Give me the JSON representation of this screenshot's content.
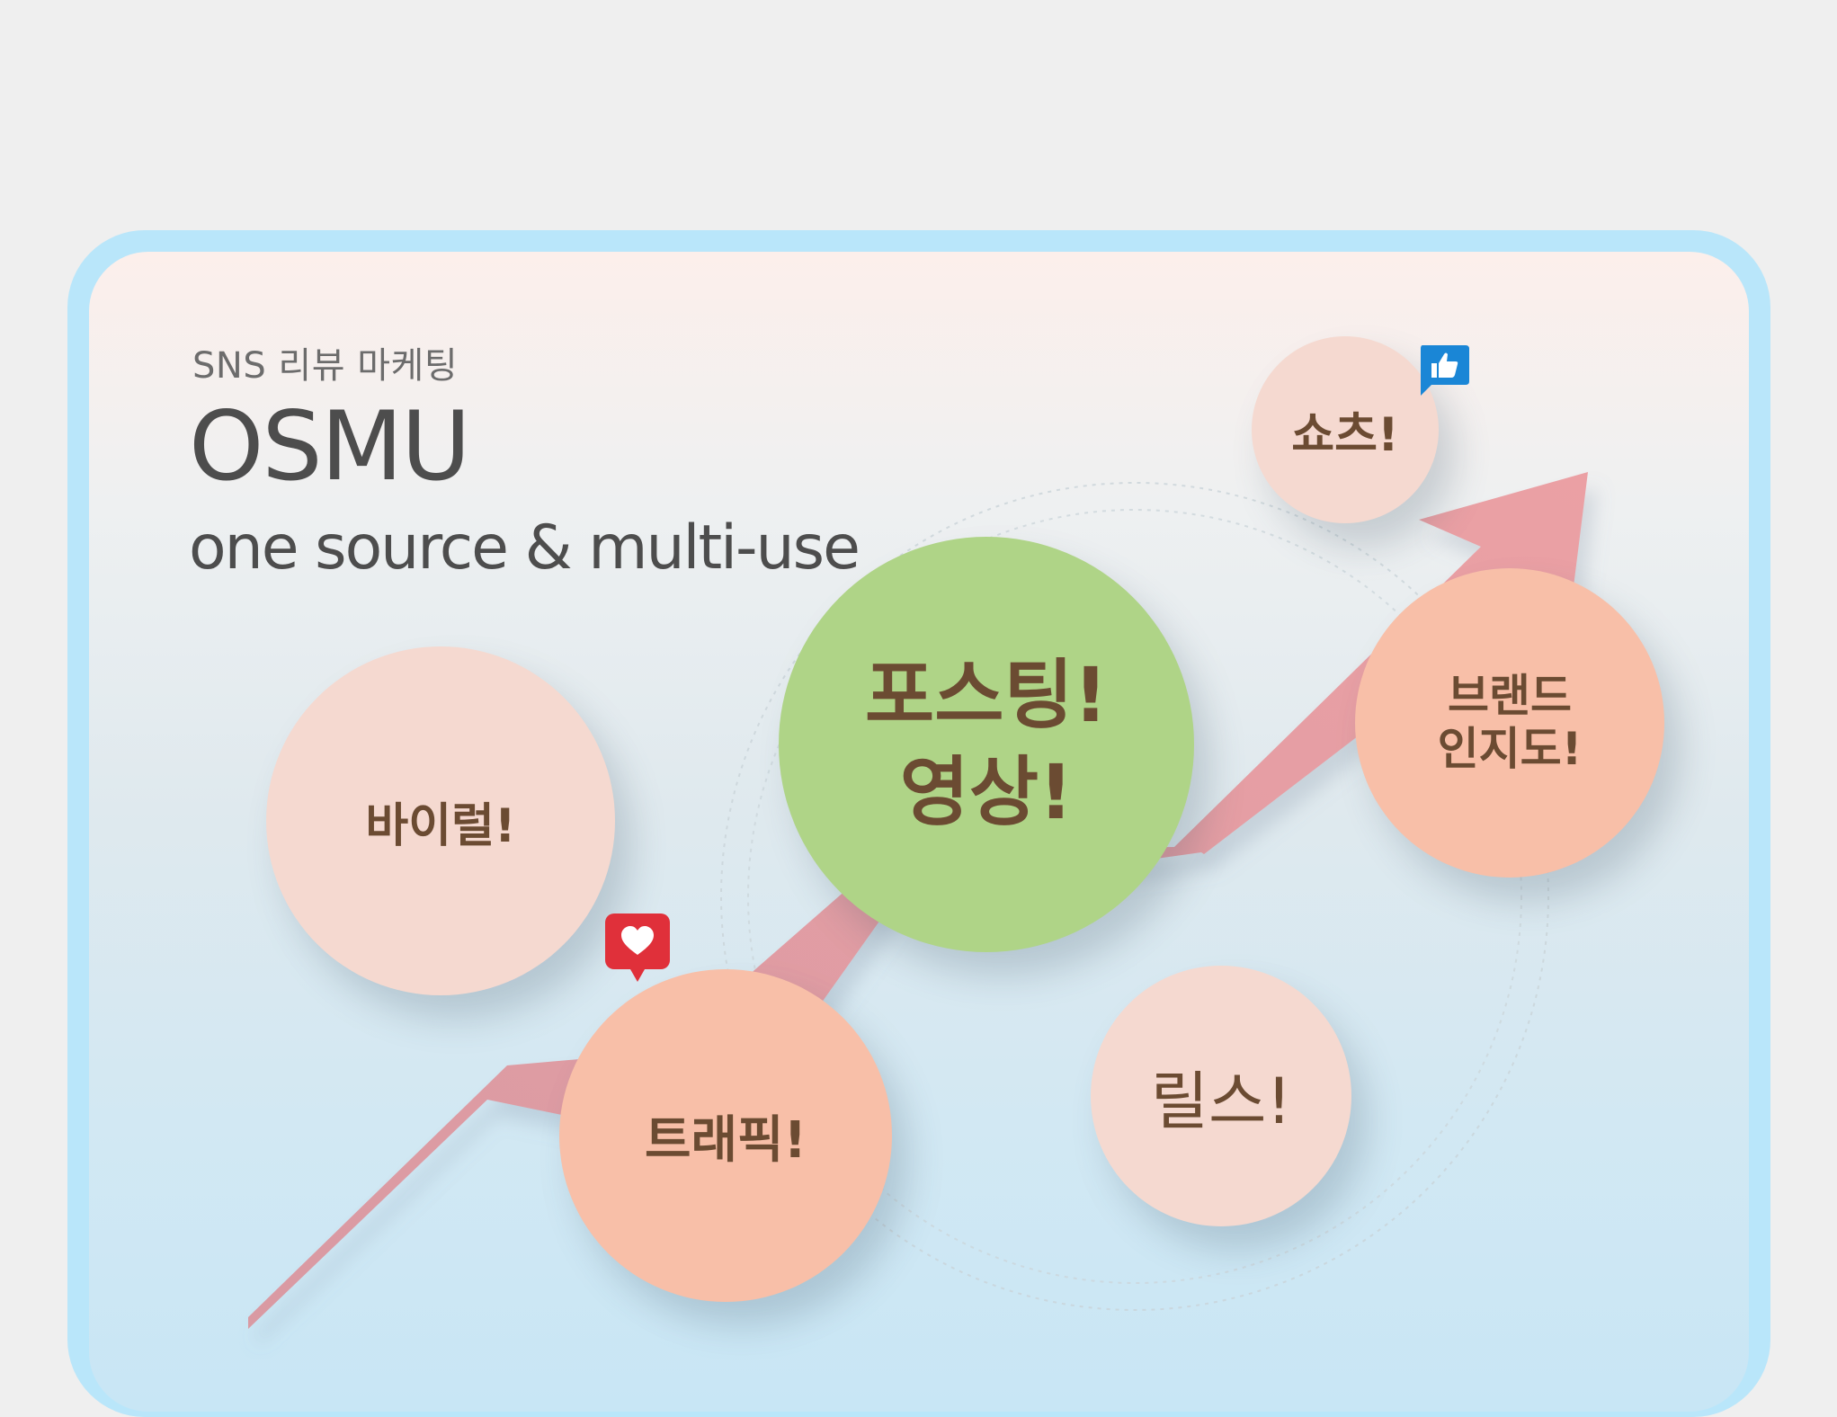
{
  "header": {
    "subtitle": "SNS 리뷰 마케팅",
    "title": "OSMU",
    "tagline": "one source & multi-use"
  },
  "bubbles": {
    "shorts": "쇼츠!",
    "posting": "포스팅!\n영상!",
    "brand": "브랜드\n인지도!",
    "viral": "바이럴!",
    "traffic": "트래픽!",
    "reels": "릴스!"
  },
  "icons": {
    "like": "thumbs-up-icon",
    "heart": "heart-icon"
  },
  "colors": {
    "frame": "#b9e6fa",
    "arrow": "#e3a1a6",
    "bubble_pale": "#f5d9d0",
    "bubble_peach": "#f8bfa8",
    "bubble_green": "#afd487",
    "bubble_text": "#6b4b32",
    "like_badge": "#1a86d6",
    "heart_badge": "#e0303a"
  }
}
